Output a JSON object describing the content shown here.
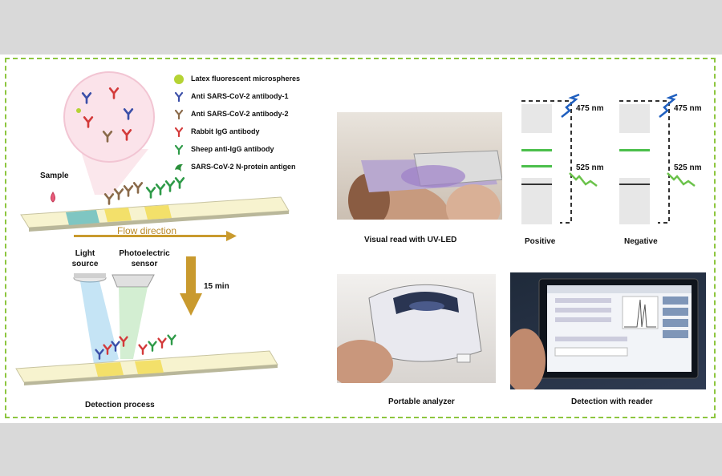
{
  "legend": [
    {
      "label": "Latex fluorescent microspheres",
      "icon": "microsphere-icon",
      "color": "#b5d334"
    },
    {
      "label": "Anti SARS-CoV-2 antibody-1",
      "icon": "antibody-blue-icon",
      "color": "#3b4fa8"
    },
    {
      "label": "Anti SARS-CoV-2 antibody-2",
      "icon": "antibody-brown-icon",
      "color": "#8a6a4a"
    },
    {
      "label": "Rabbit IgG antibody",
      "icon": "antibody-red-icon",
      "color": "#d33a3a"
    },
    {
      "label": "Sheep anti-IgG antibody",
      "icon": "antibody-green-icon",
      "color": "#2e9a48"
    },
    {
      "label": "SARS-CoV-2 N-protein antigen",
      "icon": "antigen-icon",
      "color": "#2a8f3a"
    }
  ],
  "left": {
    "sample_label": "Sample",
    "flow_label": "Flow direction",
    "light_source_line1": "Light",
    "light_source_line2": "source",
    "sensor_line1": "Photoelectric",
    "sensor_line2": "sensor",
    "time_label": "15 min",
    "detection_label": "Detection process"
  },
  "right": {
    "visual_read_caption": "Visual read with UV-LED",
    "positive_caption": "Positive",
    "negative_caption": "Negative",
    "excitation_label": "475 nm",
    "emission_label": "525 nm",
    "analyzer_caption": "Portable analyzer",
    "reader_caption": "Detection with reader"
  },
  "colors": {
    "frame": "#8dc63f",
    "flow_arrow": "#c99a2e",
    "test_line": "#4bbf4b",
    "excitation": "#1f5fbf",
    "emission": "#6ac24a"
  }
}
